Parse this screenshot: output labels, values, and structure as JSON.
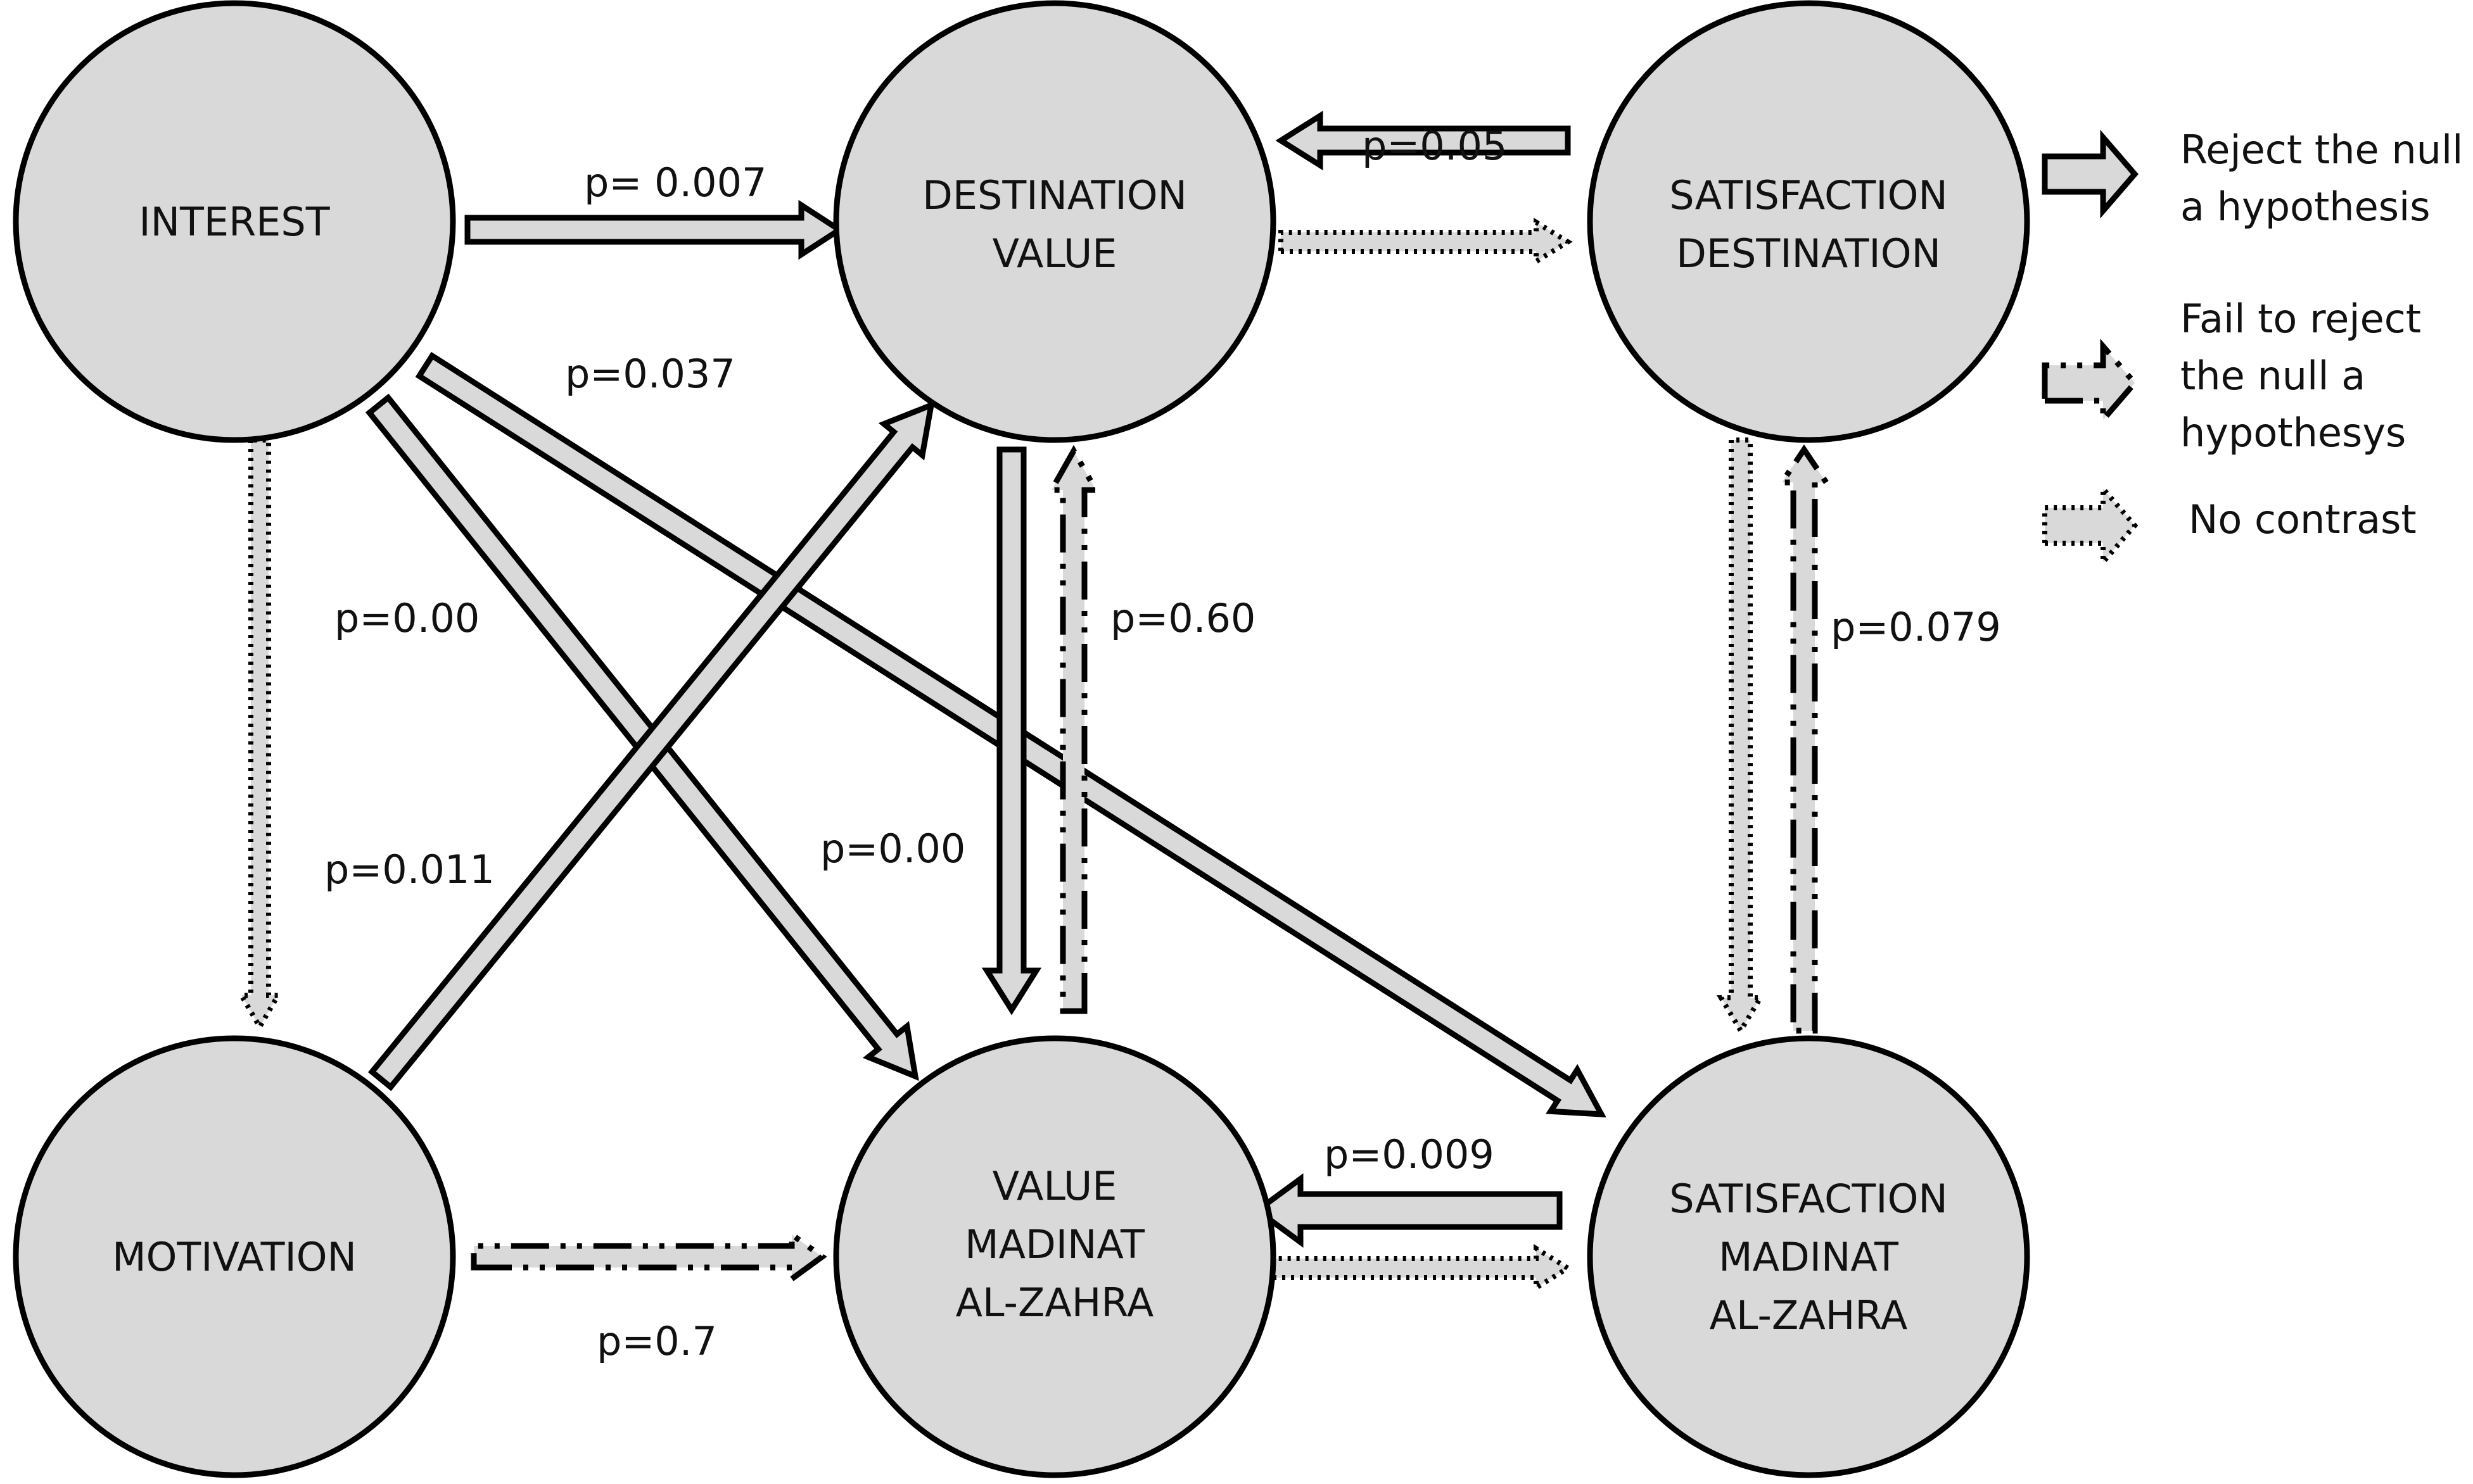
{
  "nodes": {
    "interest": {
      "lines": [
        "INTEREST"
      ]
    },
    "destination_value": {
      "lines": [
        "DESTINATION",
        "VALUE"
      ]
    },
    "satisfaction_destination": {
      "lines": [
        "SATISFACTION",
        "DESTINATION"
      ]
    },
    "motivation": {
      "lines": [
        "MOTIVATION"
      ]
    },
    "value_madinat": {
      "lines": [
        "VALUE",
        "MADINAT",
        "AL-ZAHRA"
      ]
    },
    "satisfaction_madinat": {
      "lines": [
        "SATISFACTION",
        "MADINAT",
        "AL-ZAHRA"
      ]
    }
  },
  "edges": [
    {
      "from": "interest",
      "to": "destination_value",
      "style": "solid",
      "p": "p= 0.007"
    },
    {
      "from": "interest",
      "to": "satisfaction_madinat",
      "style": "solid",
      "p": "p=0.037"
    },
    {
      "from": "interest",
      "to": "value_madinat",
      "style": "solid",
      "p": "p=0.00"
    },
    {
      "from": "interest",
      "to": "motivation",
      "style": "dotted",
      "p": ""
    },
    {
      "from": "motivation",
      "to": "destination_value",
      "style": "solid",
      "p": "p=0.011"
    },
    {
      "from": "motivation",
      "to": "value_madinat",
      "style": "dashdot",
      "p": "p=0.7"
    },
    {
      "from": "destination_value",
      "to": "value_madinat",
      "style": "solid",
      "p": "p=0.00"
    },
    {
      "from": "value_madinat",
      "to": "destination_value",
      "style": "dashdot",
      "p": "p=0.60"
    },
    {
      "from": "satisfaction_destination",
      "to": "destination_value",
      "style": "solid",
      "p": "p=0.05"
    },
    {
      "from": "destination_value",
      "to": "satisfaction_destination",
      "style": "dotted",
      "p": ""
    },
    {
      "from": "satisfaction_destination",
      "to": "satisfaction_madinat",
      "style": "dotted",
      "p": ""
    },
    {
      "from": "satisfaction_madinat",
      "to": "satisfaction_destination",
      "style": "dashdot",
      "p": "p=0.079"
    },
    {
      "from": "satisfaction_madinat",
      "to": "value_madinat",
      "style": "solid",
      "p": "p=0.009"
    },
    {
      "from": "value_madinat",
      "to": "satisfaction_madinat",
      "style": "dotted",
      "p": ""
    }
  ],
  "legend": [
    {
      "style": "solid",
      "lines": [
        "Reject the null",
        "a hypothesis"
      ]
    },
    {
      "style": "dashdot",
      "lines": [
        "Fail to reject",
        "the null a",
        "hypothesys"
      ]
    },
    {
      "style": "dotted",
      "lines": [
        "No contrast"
      ]
    }
  ],
  "colors": {
    "fill": "#d9d9d9",
    "stroke": "#000000",
    "background": "#ffffff"
  }
}
